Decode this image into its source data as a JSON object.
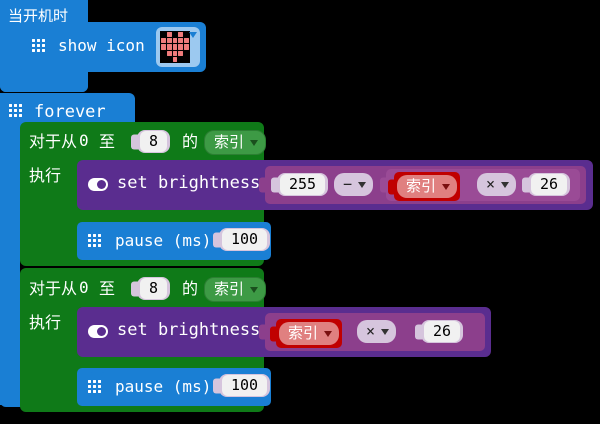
{
  "editor": {
    "name": "microbit-blocks-workspace",
    "background": "#000000"
  },
  "palette": {
    "event_blue": "#1a7fd4",
    "loop_green": "#0f7a18",
    "led_purple": "#5a2d8f",
    "math_magenta": "#8c3f8c",
    "variable_red": "#c00000",
    "field_lavender": "#d6c5dd",
    "field_white": "#f1f1f1"
  },
  "blocks": {
    "on_start": {
      "label": "当开机时",
      "icon": "grid-icon"
    },
    "show_icon": {
      "icon": "grid-icon",
      "label": "show icon",
      "led_matrix": {
        "name": "heart-pattern",
        "rows": [
          [
            0,
            1,
            0,
            1,
            0
          ],
          [
            1,
            1,
            1,
            1,
            1
          ],
          [
            1,
            1,
            1,
            1,
            1
          ],
          [
            0,
            1,
            1,
            1,
            0
          ],
          [
            0,
            0,
            1,
            0,
            0
          ]
        ],
        "on_color": "#ef7b7b",
        "off_color": "#000000"
      },
      "caret": "▼"
    },
    "forever": {
      "icon": "grid-icon",
      "label": "forever"
    },
    "loop1": {
      "prefix": "对于从",
      "from": "0",
      "to_label": "至",
      "to_value": "8",
      "of_label": "的",
      "variable": "索引",
      "caret": "▼",
      "do_label": "执行"
    },
    "set_brightness_1": {
      "icon": "toggle-icon",
      "label": "set brightness",
      "expression": {
        "left_value": "255",
        "operator": "−",
        "operator_caret": "▼",
        "right": {
          "variable": "索引",
          "variable_caret": "▼",
          "highlighted": true,
          "operator": "×",
          "operator_caret": "▼",
          "value": "26"
        }
      }
    },
    "pause_1": {
      "icon": "grid-icon",
      "label": "pause (ms)",
      "value": "100"
    },
    "loop2": {
      "prefix": "对于从",
      "from": "0",
      "to_label": "至",
      "to_value": "8",
      "of_label": "的",
      "variable": "索引",
      "caret": "▼",
      "do_label": "执行"
    },
    "set_brightness_2": {
      "icon": "toggle-icon",
      "label": "set brightness",
      "expression": {
        "variable": "索引",
        "variable_caret": "▼",
        "highlighted": true,
        "operator": "×",
        "operator_caret": "▼",
        "value": "26"
      }
    },
    "pause_2": {
      "icon": "grid-icon",
      "label": "pause (ms)",
      "value": "100"
    }
  }
}
